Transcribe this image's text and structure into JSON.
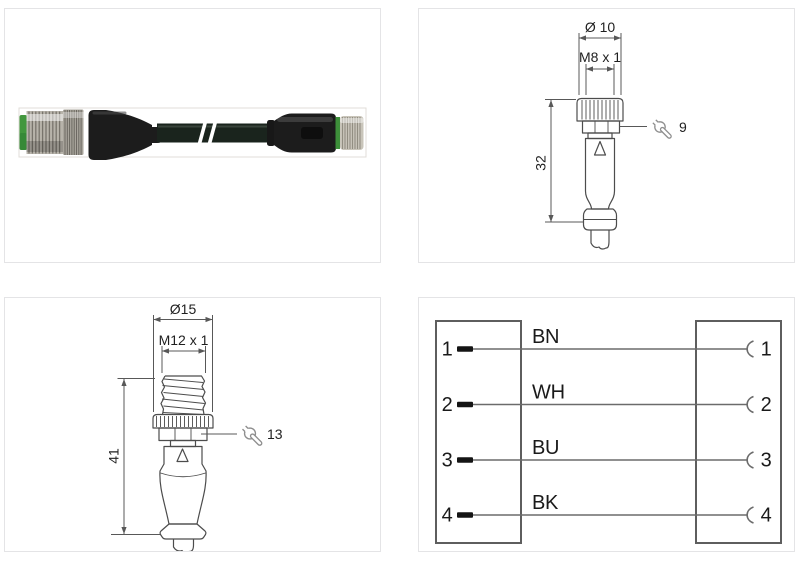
{
  "panels": {
    "m8_drawing": {
      "diameter": "Ø 10",
      "thread": "M8 x 1",
      "length": "32",
      "wrench_size": "9"
    },
    "m12_drawing": {
      "diameter": "Ø15",
      "thread": "M12 x 1",
      "length": "41",
      "wrench_size": "13"
    },
    "wiring_diagram": {
      "rows": [
        {
          "left_pin": "1",
          "wire_color_code": "BN",
          "right_pin": "1"
        },
        {
          "left_pin": "2",
          "wire_color_code": "WH",
          "right_pin": "2"
        },
        {
          "left_pin": "3",
          "wire_color_code": "BU",
          "right_pin": "3"
        },
        {
          "left_pin": "4",
          "wire_color_code": "BK",
          "right_pin": "4"
        }
      ]
    }
  },
  "colors": {
    "drawing_line": "#4c4c4c",
    "dimension_line": "#585858",
    "label_text": "#1f1f1f",
    "wire_line": "#6b6b6b",
    "wiring_box": "#5e5e5e",
    "pin_stub": "#141414",
    "wrench_icon": "#8e8e8e",
    "panel_border": "#e4e4e6",
    "photo_border": "#e1ded8",
    "green_accent": "#42973e",
    "cable_black": "#1a241d",
    "metal_gray": "#b7b3aa"
  }
}
